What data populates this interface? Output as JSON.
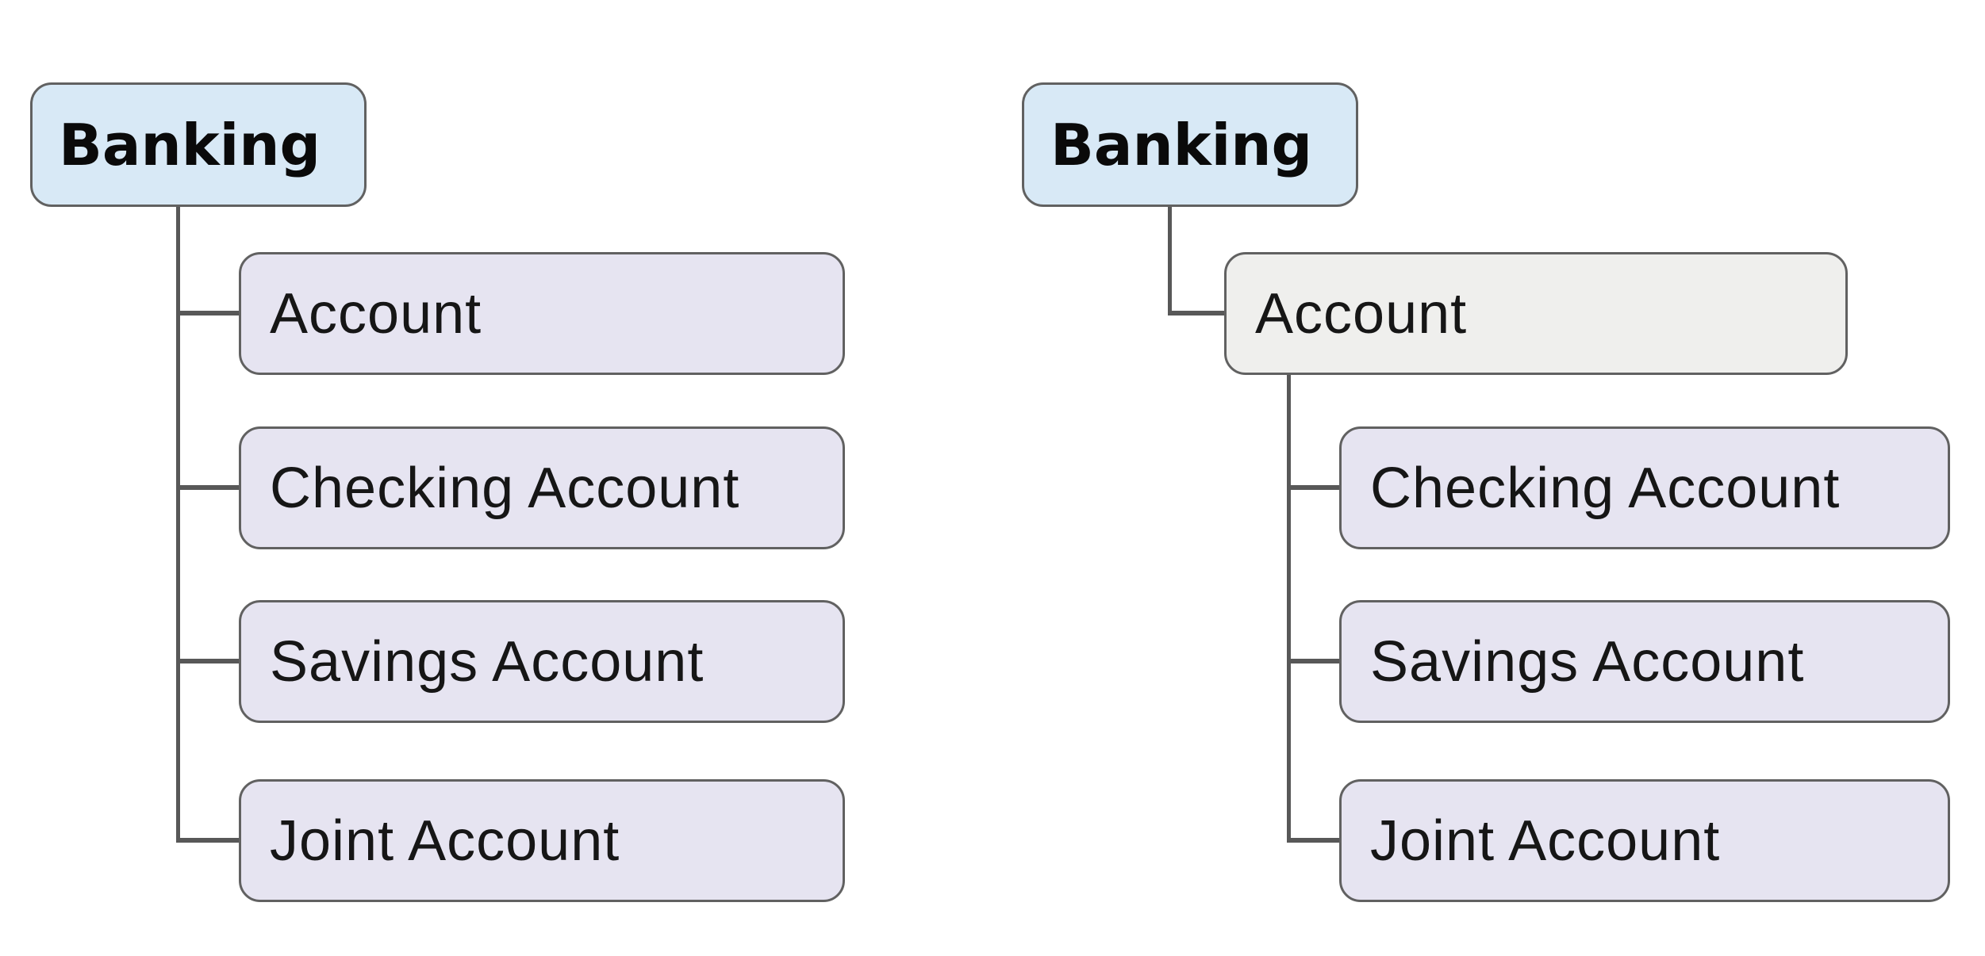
{
  "diagram": {
    "type": "mindmap-tree-comparison",
    "colors": {
      "background": "#ffffff",
      "root_fill": "#d8e9f6",
      "child_fill": "#e6e4f1",
      "neutral_fill": "#efefed",
      "node_border": "#616161",
      "connector": "#585858",
      "root_text": "#0a0a0a",
      "node_text": "#161616"
    },
    "trees": [
      {
        "id": "flat",
        "root": {
          "label": "Banking"
        },
        "children": [
          {
            "label": "Account"
          },
          {
            "label": "Checking Account"
          },
          {
            "label": "Savings Account"
          },
          {
            "label": "Joint Account"
          }
        ]
      },
      {
        "id": "nested",
        "root": {
          "label": "Banking"
        },
        "children": [
          {
            "label": "Account",
            "children": [
              {
                "label": "Checking Account"
              },
              {
                "label": "Savings Account"
              },
              {
                "label": "Joint Account"
              }
            ]
          }
        ]
      }
    ]
  }
}
